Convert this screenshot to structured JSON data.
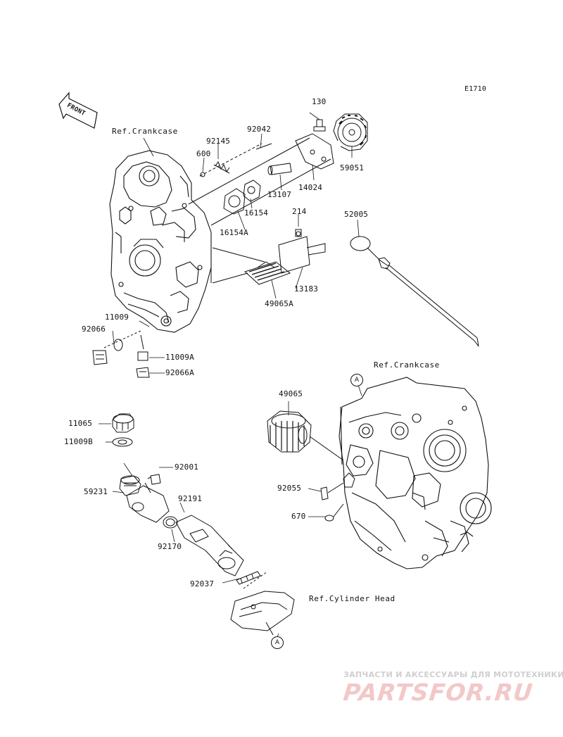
{
  "diagram_id": "E1710",
  "front_label": "FRONT",
  "refs": {
    "crankcase_top": "Ref.Crankcase",
    "crankcase_right": "Ref.Crankcase",
    "cylinder_head": "Ref.Cylinder Head"
  },
  "callout_letter": "A",
  "parts": {
    "p130": "130",
    "p92042": "92042",
    "p92145": "92145",
    "p600": "600",
    "p59051": "59051",
    "p13107": "13107",
    "p14024": "14024",
    "p16154": "16154",
    "p16154A": "16154A",
    "p214": "214",
    "p52005": "52005",
    "p13183": "13183",
    "p49065A": "49065A",
    "p11009": "11009",
    "p92066": "92066",
    "p11009A": "11009A",
    "p92066A": "92066A",
    "p49065": "49065",
    "p11065": "11065",
    "p11009B": "11009B",
    "p92001": "92001",
    "p59231": "59231",
    "p92191": "92191",
    "p92055": "92055",
    "p670": "670",
    "p92170": "92170",
    "p92037": "92037"
  },
  "watermark": {
    "tagline": "ЗАПЧАСТИ И АКСЕССУАРЫ ДЛЯ МОТОТЕХНИКИ",
    "logo": "PARTSFOR.RU",
    "color": "#f2c8c8"
  }
}
